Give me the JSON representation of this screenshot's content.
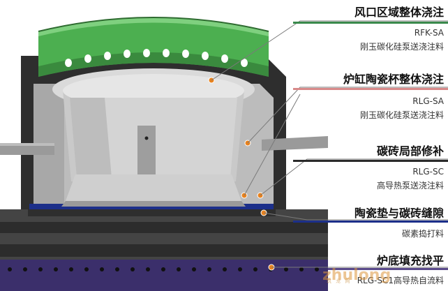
{
  "sections": [
    {
      "title": "风口区域整体浇注",
      "code": "RFK-SA",
      "desc": "刚玉碳化硅泵送浇注料",
      "color": "#3a8a4c"
    },
    {
      "title": "炉缸陶瓷杯整体浇注",
      "code": "RLG-SA",
      "desc": "刚玉碳化硅泵送浇注料",
      "color": "#d88a8a"
    },
    {
      "title": "碳砖局部修补",
      "code": "RLG-SC",
      "desc": "高导热泵送浇注料",
      "color": "#2a2a2a"
    },
    {
      "title": "陶瓷垫与碳砖缝隙",
      "code": "",
      "desc": "碳素捣打料",
      "color": "#1c2f8a"
    },
    {
      "title": "炉底填充找平",
      "code": "RLG-SC1",
      "desc": "高导热自流料",
      "color": "#5a4a8a"
    }
  ],
  "watermark": {
    "text": "zhulong",
    "sub": "筑 龙 网"
  }
}
